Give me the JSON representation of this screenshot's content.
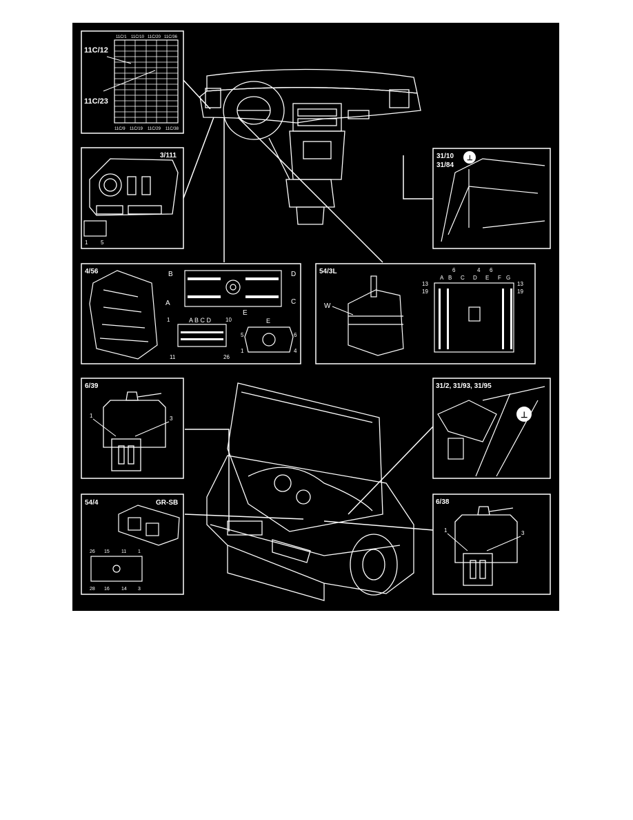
{
  "fuse_box": {
    "title_a": "11C/12",
    "title_b": "11C/23",
    "top_labels": [
      "11C/1",
      "11C/10",
      "11C/20",
      "11C/36"
    ],
    "bottom_labels": [
      "11C/9",
      "11C/19",
      "11C/29",
      "11C/38"
    ]
  },
  "switch_3_111": {
    "title": "3/111",
    "pins": [
      "1",
      "5"
    ]
  },
  "ground_31_10": {
    "title_a": "31/10",
    "title_b": "31/84"
  },
  "connector_4_56": {
    "title": "4/56",
    "side_labels": [
      "A",
      "B",
      "C",
      "D",
      "E"
    ],
    "pin_letters": "A B C D",
    "pins": [
      "1",
      "10",
      "11",
      "26"
    ],
    "e_title": "E",
    "e_pins": [
      "5",
      "6",
      "1",
      "4"
    ]
  },
  "connector_54_3L": {
    "title": "54/3L",
    "w_label": "W",
    "col_labels": [
      "A",
      "B",
      "C",
      "D",
      "E",
      "F",
      "G"
    ],
    "top_numbers": [
      "6",
      "4",
      "6"
    ],
    "side_numbers": [
      "13",
      "19",
      "13",
      "19"
    ]
  },
  "sensor_6_39": {
    "title": "6/39",
    "pins": [
      "1",
      "3"
    ]
  },
  "ground_31_2": {
    "title": "31/2, 31/93, 31/95"
  },
  "connector_54_4": {
    "title": "54/4",
    "color": "GR-SB",
    "top_pins": [
      "26",
      "15",
      "11",
      "1"
    ],
    "bottom_pins": [
      "28",
      "16",
      "14",
      "3"
    ]
  },
  "sensor_6_38": {
    "title": "6/38",
    "pins": [
      "1",
      "3"
    ]
  },
  "colors": {
    "background": "#000000",
    "lines": "#ffffff",
    "page": "#ffffff"
  }
}
